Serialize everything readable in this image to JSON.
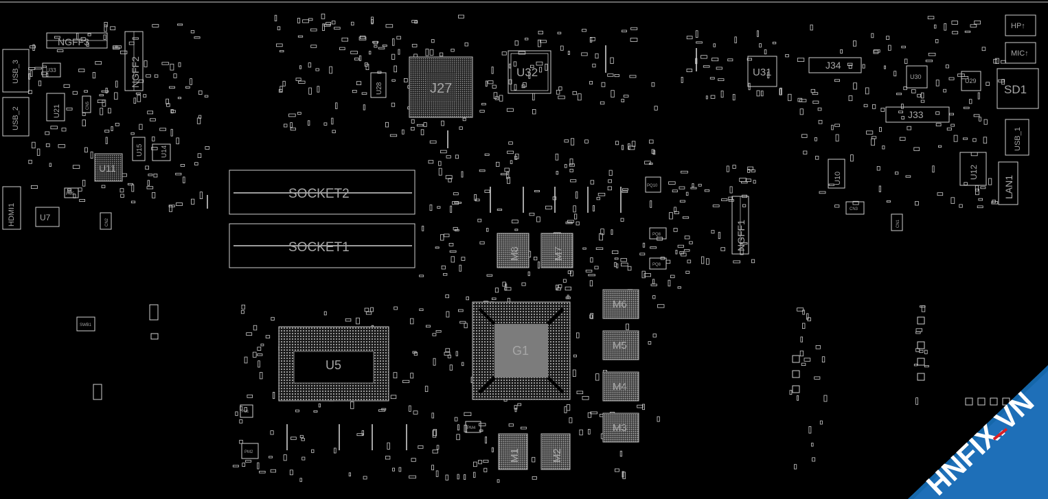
{
  "labels": {
    "ngff3": "NGFF3",
    "ngff2": "NGFF2",
    "ngff1": "NGFF1",
    "usb3": "USB_3",
    "usb2": "USB_2",
    "usb1": "USB_1",
    "hdmi1": "HDMI1",
    "u33": "U33",
    "u21": "U21",
    "u11": "U11",
    "u15": "U15",
    "u14": "U14",
    "u7": "U7",
    "u28": "U28",
    "j27": "J27",
    "u32": "U32",
    "u31": "U31",
    "j34": "J34",
    "j33": "J33",
    "u30": "U30",
    "u29": "U29",
    "sd1": "SD1",
    "hp": "HP↑",
    "mic": "MIC↑",
    "u12": "U12",
    "u10": "U10",
    "lan1": "LAN1",
    "socket2": "SOCKET2",
    "socket1": "SOCKET1",
    "m8": "M8",
    "m7": "M7",
    "m6": "M6",
    "m5": "M5",
    "m4": "M4",
    "m3": "M3",
    "m2": "M2",
    "m1": "M1",
    "g1": "G1",
    "u5": "U5",
    "pm1": "PM1",
    "pm2": "PM2",
    "pm4": "PM4",
    "pm5": "PM5",
    "pq8a": "PQ8",
    "pq8b": "PQ8",
    "pq10": "PQ10",
    "cn1": "CN1",
    "cn2": "CN2",
    "cn3": "CN3",
    "cn5": "CN5",
    "swb1": "SWB1"
  },
  "watermark": {
    "text": "HNFIX.VN",
    "colors": {
      "band": "#1e6fb8",
      "text": "#ffffff",
      "accent": "#d81f26"
    }
  },
  "colors": {
    "background": "#000000",
    "silkscreen": "#cfcfcf",
    "label": "#a6a6a6"
  }
}
